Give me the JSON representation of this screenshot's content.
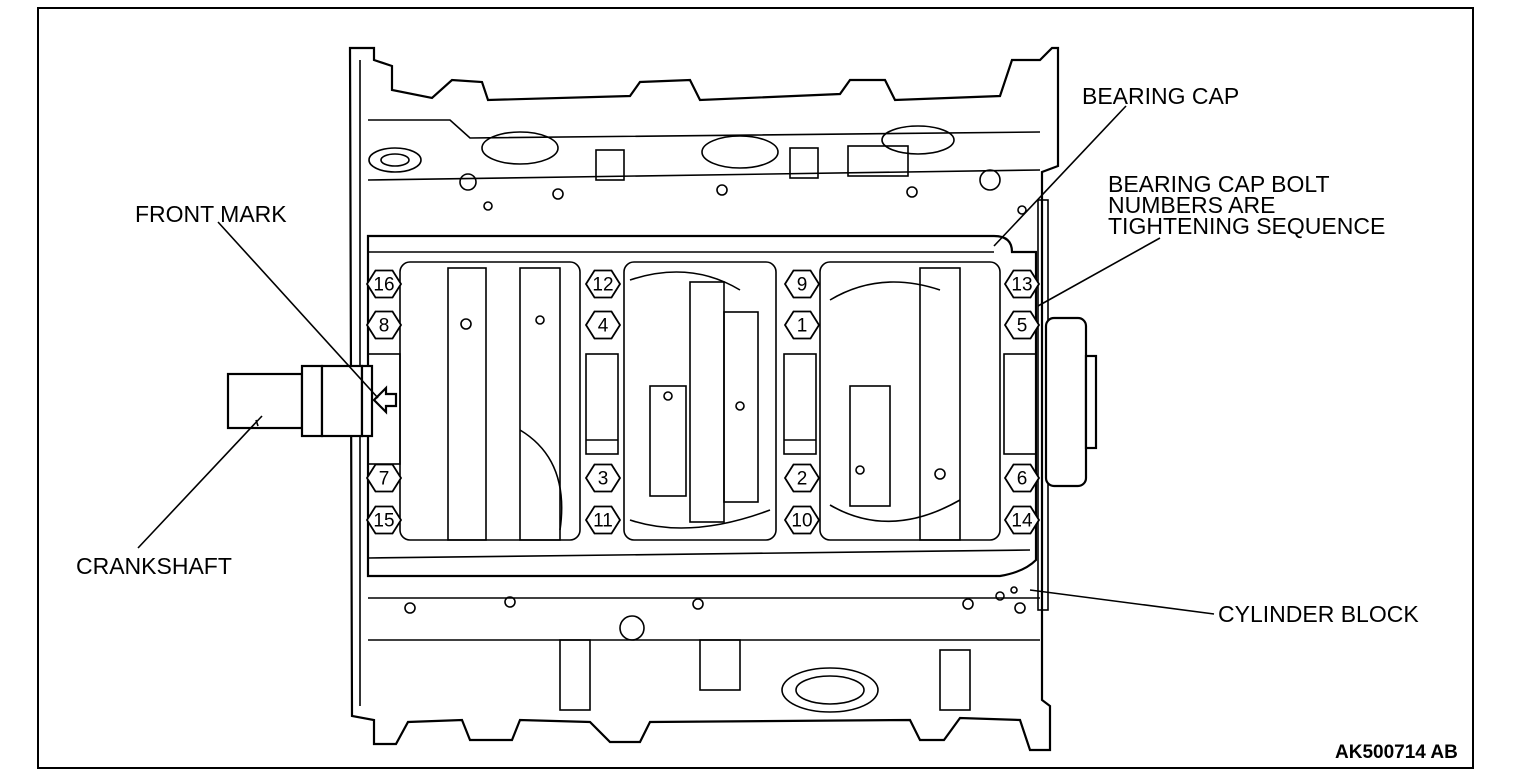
{
  "labels": {
    "bearing_cap": "BEARING CAP",
    "bolt_note": [
      "BEARING CAP BOLT",
      "NUMBERS ARE",
      "TIGHTENING SEQUENCE"
    ],
    "front_mark": "FRONT MARK",
    "crankshaft": "CRANKSHAFT",
    "cylinder_block": "CYLINDER BLOCK",
    "figure_code": "AK500714 AB"
  },
  "bolts": {
    "top_row": [
      "16",
      "12",
      "9",
      "13"
    ],
    "upper_row": [
      "8",
      "4",
      "1",
      "5"
    ],
    "lower_row": [
      "7",
      "3",
      "2",
      "6"
    ],
    "bottom_row": [
      "15",
      "11",
      "10",
      "14"
    ]
  }
}
